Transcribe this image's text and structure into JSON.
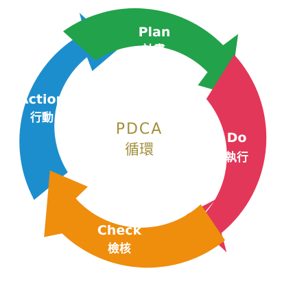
{
  "center": {
    "title": "PDCA",
    "subtitle": "循環",
    "color": "#a18f3a"
  },
  "segments": [
    {
      "key": "plan",
      "label": "Plan",
      "label_zh": "計畫",
      "color": "#22a24a"
    },
    {
      "key": "do",
      "label": "Do",
      "label_zh": "執行",
      "color": "#e23758"
    },
    {
      "key": "check",
      "label": "Check",
      "label_zh": "檢核",
      "color": "#ef8d0d"
    },
    {
      "key": "action",
      "label": "Action",
      "label_zh": "行動",
      "color": "#1d8ecd"
    }
  ]
}
